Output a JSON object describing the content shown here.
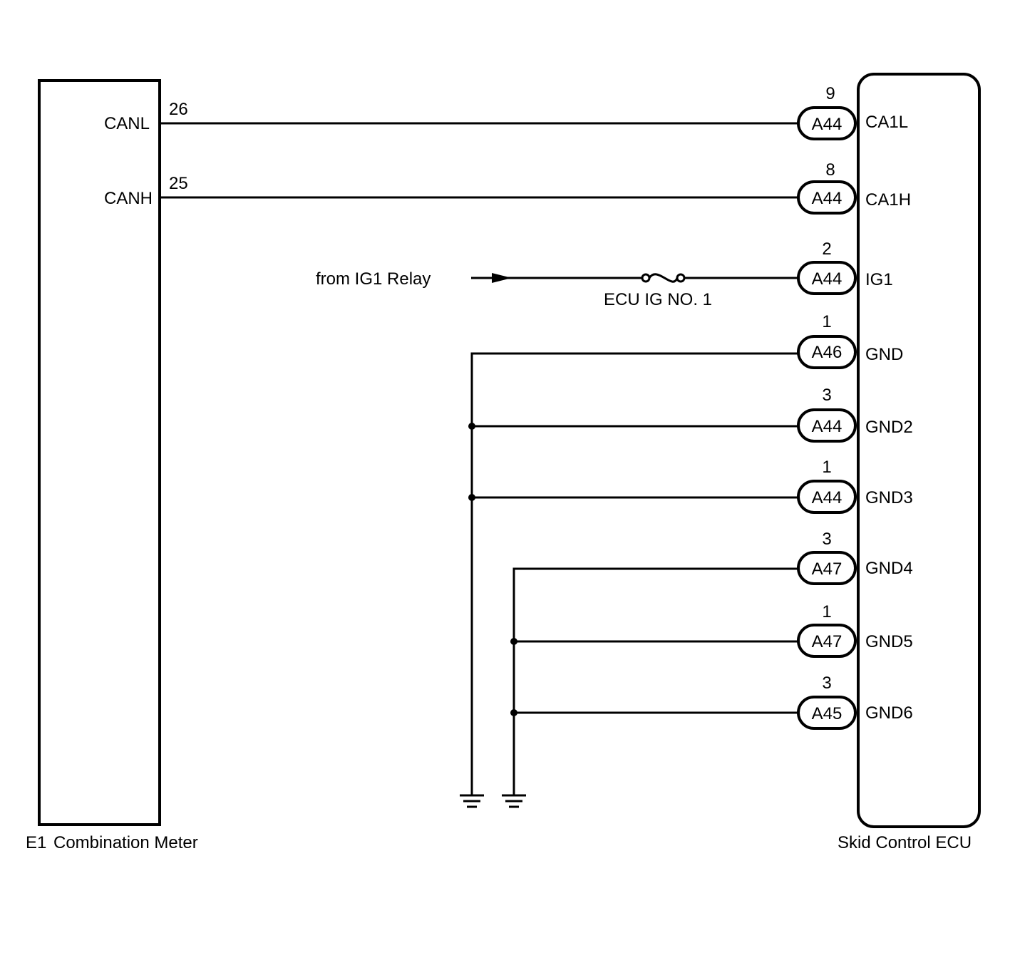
{
  "left_component": {
    "id": "E1",
    "name": "Combination Meter",
    "terminals": [
      {
        "name": "CANL",
        "pin": "26"
      },
      {
        "name": "CANH",
        "pin": "25"
      }
    ]
  },
  "right_component": {
    "name": "Skid Control ECU",
    "terminals": [
      {
        "name": "CA1L",
        "connector": "A44",
        "pin": "9"
      },
      {
        "name": "CA1H",
        "connector": "A44",
        "pin": "8"
      },
      {
        "name": "IG1",
        "connector": "A44",
        "pin": "2"
      },
      {
        "name": "GND",
        "connector": "A46",
        "pin": "1"
      },
      {
        "name": "GND2",
        "connector": "A44",
        "pin": "3"
      },
      {
        "name": "GND3",
        "connector": "A44",
        "pin": "1"
      },
      {
        "name": "GND4",
        "connector": "A47",
        "pin": "3"
      },
      {
        "name": "GND5",
        "connector": "A47",
        "pin": "1"
      },
      {
        "name": "GND6",
        "connector": "A45",
        "pin": "3"
      }
    ]
  },
  "power_source": "from IG1 Relay",
  "fuse": "ECU IG NO. 1"
}
